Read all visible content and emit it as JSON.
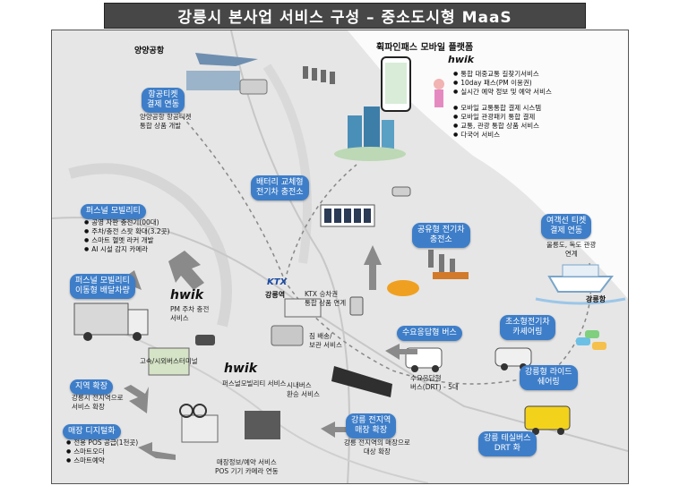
{
  "title": "강릉시 본사업 서비스 구성 – 중소도시형 MaaS",
  "airport": {
    "name": "양양공항",
    "box": [
      "항공티켓",
      "결제 연동"
    ],
    "caption": [
      "양양공항 항공티켓",
      "통합 상품 개발"
    ]
  },
  "mobile_platform": {
    "title": "휙파인패스 모바일 플랫폼",
    "brand": "hwik",
    "group1": [
      "통합 대중교통 길찾기서비스",
      "10day 패스(PM 이용권)",
      "실시간 예약 정보 및 예약 서비스"
    ],
    "group2": [
      "모바일 교통통합 결제 시스템",
      "모바일 관광패키 통합 결제",
      "교통, 관광 통합 상품 서비스",
      "다국어 서비스"
    ]
  },
  "battery": {
    "box": [
      "배터리 교체형",
      "전기차 충전소"
    ]
  },
  "shared_ev": {
    "box": [
      "공유형 전기차",
      "충전소"
    ]
  },
  "ferry": {
    "box": [
      "여객선 티켓",
      "결제 연동"
    ],
    "caption": [
      "울릉도, 독도 관광",
      "연계"
    ],
    "port": "강릉항"
  },
  "personal_mobility": {
    "box": "퍼스널 모빌리티",
    "items": [
      "공영 자판 충전기(00대)",
      "주차/충전 스팟 확대(3.2곳)",
      "스마트 헬멧 라커 개발",
      "AI 시설 감지 카메라"
    ]
  },
  "pm_delivery": {
    "box": [
      "퍼스널 모빌리티",
      "이동형 배달차량"
    ],
    "brand": "hwik",
    "caption": [
      "PM 주차 충전",
      "서비스"
    ]
  },
  "ktx": {
    "logo": "KTX",
    "station": "강릉역",
    "caption": [
      "KTX 승차권",
      "통합 상품 연계"
    ]
  },
  "storage": [
    "짐 배송/",
    "보관 서비스"
  ],
  "terminal": "고속/시외버스터미널",
  "pm_service": {
    "brand": "hwik",
    "caption": "퍼스널모빌리티 서비스"
  },
  "regional": {
    "box": "지역 확장",
    "caption": [
      "강릉시 전지역으로",
      "서비스 확장"
    ]
  },
  "store_digital": {
    "box": "매장 디지털화",
    "items": [
      "전용 POS 공급(1천곳)",
      "스마트오더",
      "스마트예약"
    ],
    "caption": [
      "매장정보/예약 서비스",
      "POS 기기 카메라 연동"
    ]
  },
  "city_bus": {
    "caption": [
      "시내버스",
      "환승 서비스"
    ]
  },
  "drt": {
    "box": "수요응답형 버스",
    "caption": [
      "수요응답형",
      "버스(DRT) - 5대"
    ]
  },
  "ultra_ev": {
    "box": [
      "초소형전기차",
      "카셰어링"
    ]
  },
  "local_ride": {
    "box": [
      "강릉형 라이드",
      "쉐어링"
    ]
  },
  "citywide": {
    "box": [
      "강릉 전지역",
      "매장 확장"
    ],
    "caption": [
      "강릉 전지역의 매장으로",
      "대상 확장"
    ]
  },
  "tour_bus": {
    "box": [
      "강릉 테실버스",
      "DRT 화"
    ]
  }
}
